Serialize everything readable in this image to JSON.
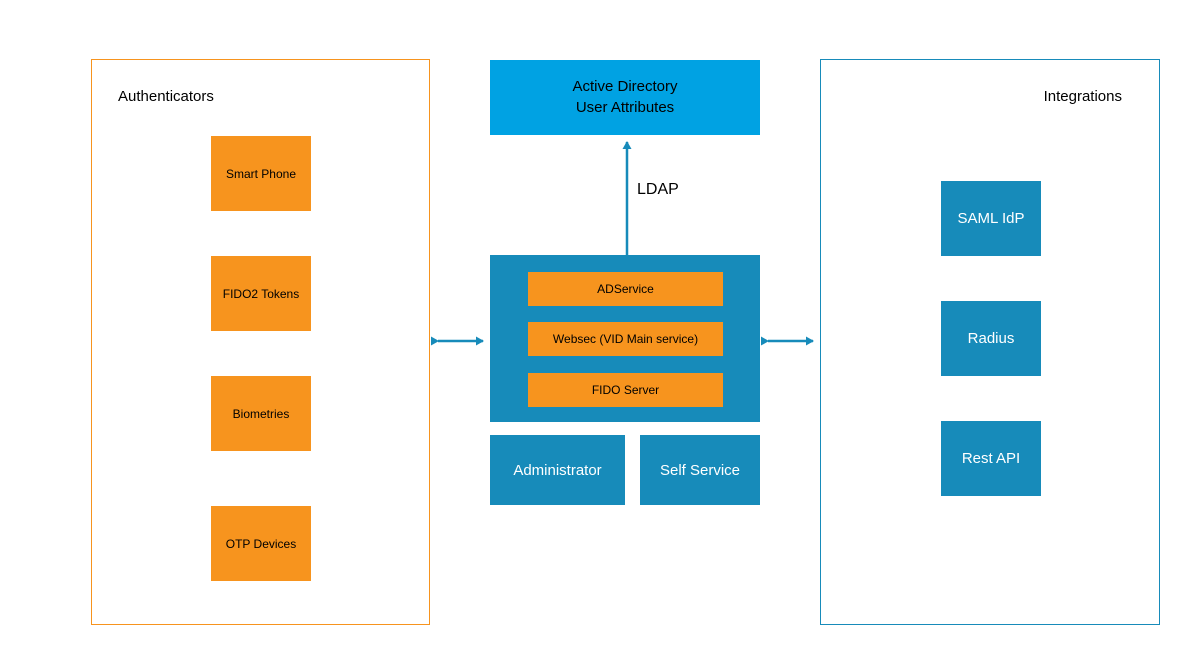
{
  "colors": {
    "orange": "#F7941E",
    "bright_blue": "#00A2E3",
    "teal_blue": "#178BBA",
    "text_dark": "#000000",
    "text_light": "#FFFFFF"
  },
  "authenticators_panel": {
    "title": "Authenticators",
    "items": [
      {
        "label": "Smart Phone"
      },
      {
        "label": "FIDO2 Tokens"
      },
      {
        "label": "Biometries"
      },
      {
        "label": "OTP Devices"
      }
    ]
  },
  "center": {
    "active_directory_box": {
      "line1": "Active Directory",
      "line2": "User Attributes"
    },
    "ldap_label": "LDAP",
    "main_services_box": {
      "services": [
        {
          "label": "ADService"
        },
        {
          "label": "Websec (VID Main service)"
        },
        {
          "label": "FIDO Server"
        }
      ]
    },
    "administrator_label": "Administrator",
    "self_service_label": "Self Service"
  },
  "integrations_panel": {
    "title": "Integrations",
    "items": [
      {
        "label": "SAML IdP"
      },
      {
        "label": "Radius"
      },
      {
        "label": "Rest API"
      }
    ]
  }
}
